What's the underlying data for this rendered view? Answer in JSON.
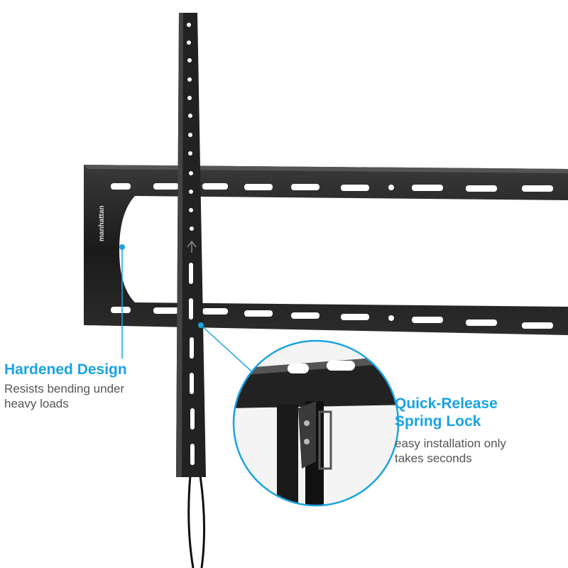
{
  "brand": {
    "logo_text": "manhattan"
  },
  "callouts": [
    {
      "title": "Hardened Design",
      "description_lines": [
        "Resists bending under",
        "heavy loads"
      ]
    },
    {
      "title_lines": [
        "Quick-Release",
        "Spring Lock"
      ],
      "description_lines": [
        "easy installation only",
        "takes seconds"
      ]
    }
  ],
  "colors": {
    "accent": "#1aa3e0",
    "text": "#555555",
    "metal": "#1c1c1c"
  }
}
